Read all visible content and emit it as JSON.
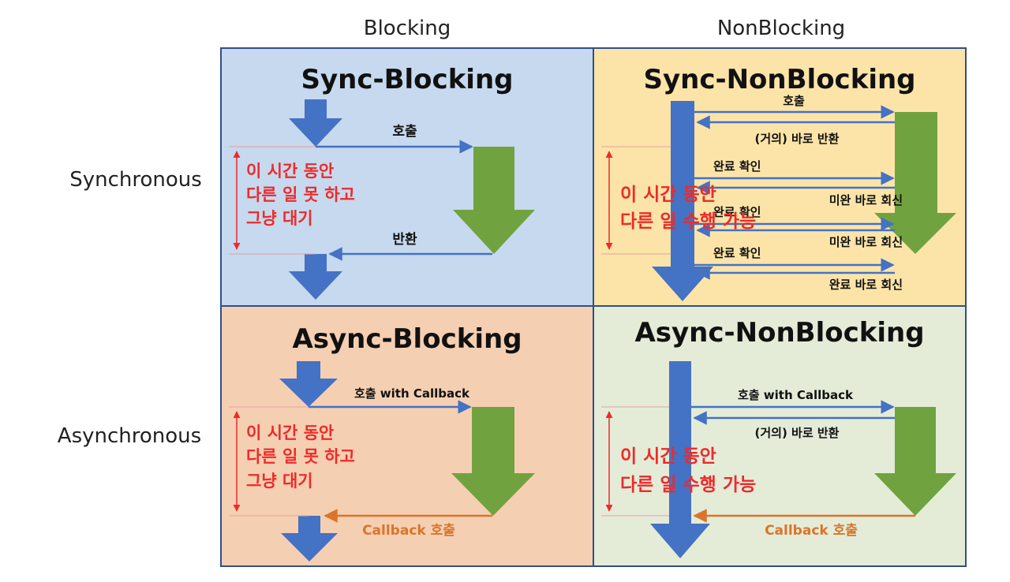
{
  "headers": {
    "blocking": "Blocking",
    "nonblocking": "NonBlocking",
    "synchronous": "Synchronous",
    "asynchronous": "Asynchronous"
  },
  "quadrants": {
    "sync_blocking": {
      "title": "Sync-Blocking",
      "call": "호출",
      "return": "반환",
      "wait_line1": "이 시간 동안",
      "wait_line2": "다른 일 못 하고",
      "wait_line3": "그냥 대기",
      "bg": "#c6d9ee"
    },
    "sync_nonblocking": {
      "title": "Sync-NonBlocking",
      "call": "호출",
      "immediate_return": "(거의) 바로 반환",
      "check1": "완료 확인",
      "check2": "완료 확인",
      "check3": "완료 확인",
      "reply1": "미완 바로 회신",
      "reply2": "미완 바로 회신",
      "reply3": "완료 바로 회신",
      "work_line1": "이 시간 동안",
      "work_line2": "다른 일 수행 가능",
      "bg": "#fce4a8"
    },
    "async_blocking": {
      "title": "Async-Blocking",
      "call": "호출 with Callback",
      "callback": "Callback 호출",
      "wait_line1": "이 시간 동안",
      "wait_line2": "다른 일 못 하고",
      "wait_line3": "그냥 대기",
      "bg": "#f5cfb2"
    },
    "async_nonblocking": {
      "title": "Async-NonBlocking",
      "call": "호출 with Callback",
      "immediate_return": "(거의) 바로 반환",
      "callback": "Callback 호출",
      "work_line1": "이 시간 동안",
      "work_line2": "다른 일 수행 가능",
      "bg": "#e4ecd8"
    }
  },
  "colors": {
    "border": "#2f4f8a",
    "blue_arrow": "#4472c4",
    "green_arrow": "#70a33f",
    "call_line": "#4472c4",
    "callback_line": "#d9752b",
    "time_marker": "#ee2a2a"
  }
}
